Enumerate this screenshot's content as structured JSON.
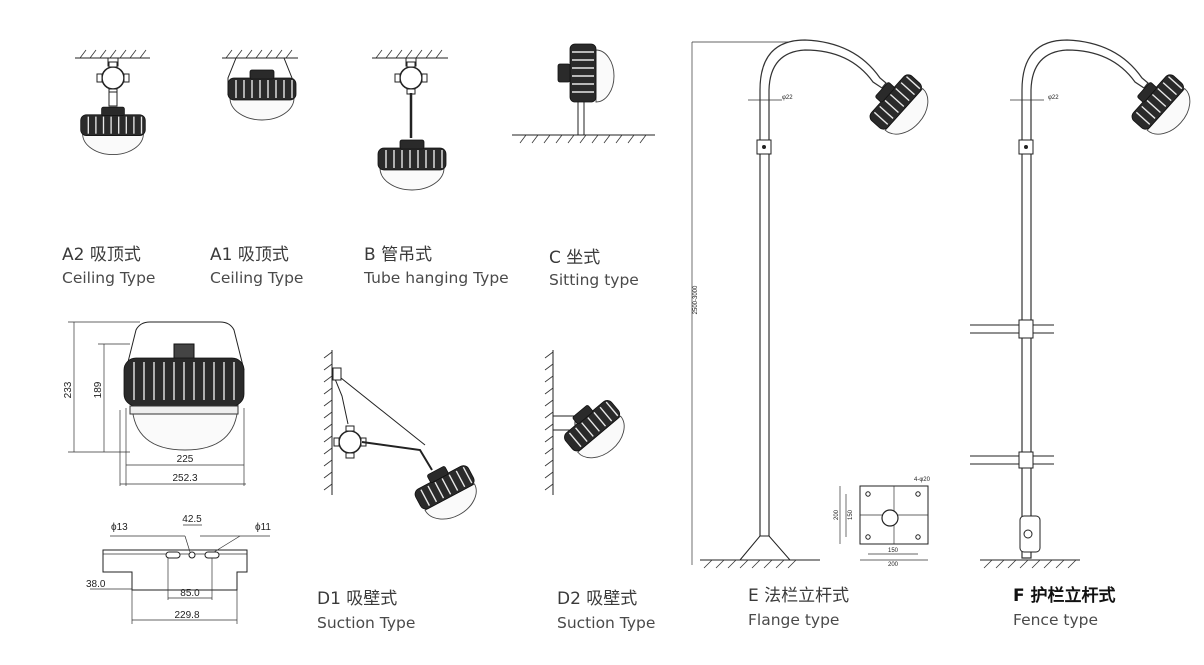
{
  "types": [
    {
      "id": "a2",
      "cn": "A2 吸顶式",
      "en": "Ceiling  Type"
    },
    {
      "id": "a1",
      "cn": "A1 吸顶式",
      "en": "Ceiling  Type"
    },
    {
      "id": "b",
      "cn": "B 管吊式",
      "en": "Tube hanging Type"
    },
    {
      "id": "c",
      "cn": "C 坐式",
      "en": "Sitting type"
    },
    {
      "id": "d1",
      "cn": "D1 吸壁式",
      "en": "Suction Type"
    },
    {
      "id": "d2",
      "cn": "D2 吸壁式",
      "en": "Suction Type"
    },
    {
      "id": "e",
      "cn": "E 法栏立杆式",
      "en": "Flange type"
    },
    {
      "id": "f",
      "cn": "F 护栏立杆式",
      "en": "Fence type"
    }
  ],
  "dimensions": {
    "height_total": "233",
    "height_body": "189",
    "width_body": "225",
    "width_total": "252.3",
    "hole_dia_left": "ϕ13",
    "hole_spacing_top": "42.5",
    "hole_dia_right": "ϕ11",
    "plate_height": "38.0",
    "hole_spacing": "85.0",
    "plate_length": "229.8",
    "pole_height": "2500-3000",
    "pipe_dia": "φ22",
    "flange_outer": "200",
    "flange_inner": "150",
    "flange_hole": "4-φ20"
  }
}
